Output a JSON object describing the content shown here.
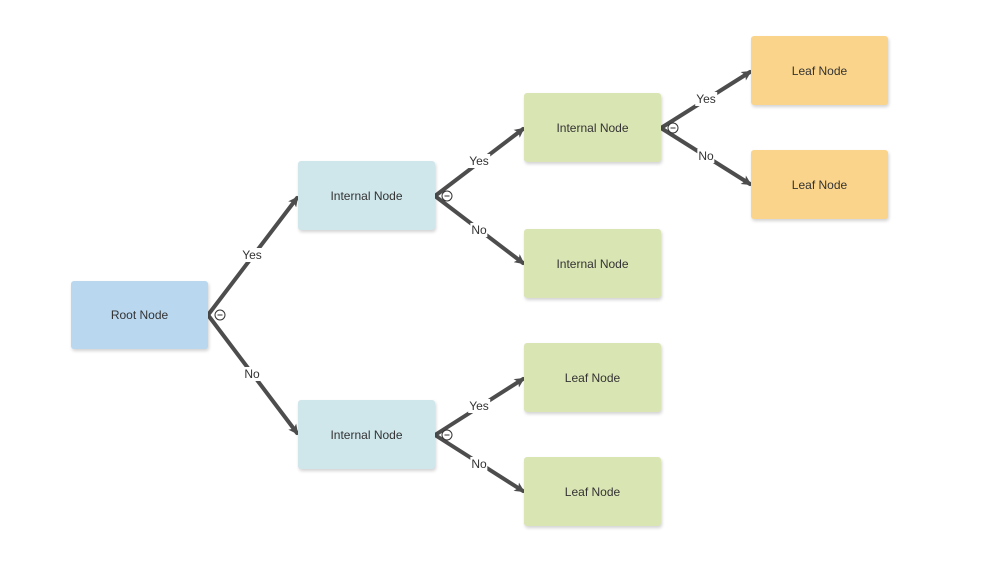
{
  "colors": {
    "root": "#b9d7ef",
    "internal_l1": "#cfe6eb",
    "level2": "#dae5b4",
    "leaf_l3": "#fad48a",
    "edge": "#4d4d4d"
  },
  "nodes": {
    "root": {
      "label": "Root Node"
    },
    "n1": {
      "label": "Internal Node"
    },
    "n2": {
      "label": "Internal Node"
    },
    "n3": {
      "label": "Internal Node"
    },
    "n4": {
      "label": "Internal Node"
    },
    "n5": {
      "label": "Leaf Node"
    },
    "n6": {
      "label": "Leaf Node"
    },
    "n7": {
      "label": "Leaf Node"
    },
    "n8": {
      "label": "Leaf Node"
    }
  },
  "edges": {
    "root_n1": {
      "label": "Yes"
    },
    "root_n2": {
      "label": "No"
    },
    "n1_n3": {
      "label": "Yes"
    },
    "n1_n4": {
      "label": "No"
    },
    "n2_n5": {
      "label": "Yes"
    },
    "n2_n6": {
      "label": "No"
    },
    "n3_n7": {
      "label": "Yes"
    },
    "n3_n8": {
      "label": "No"
    }
  }
}
